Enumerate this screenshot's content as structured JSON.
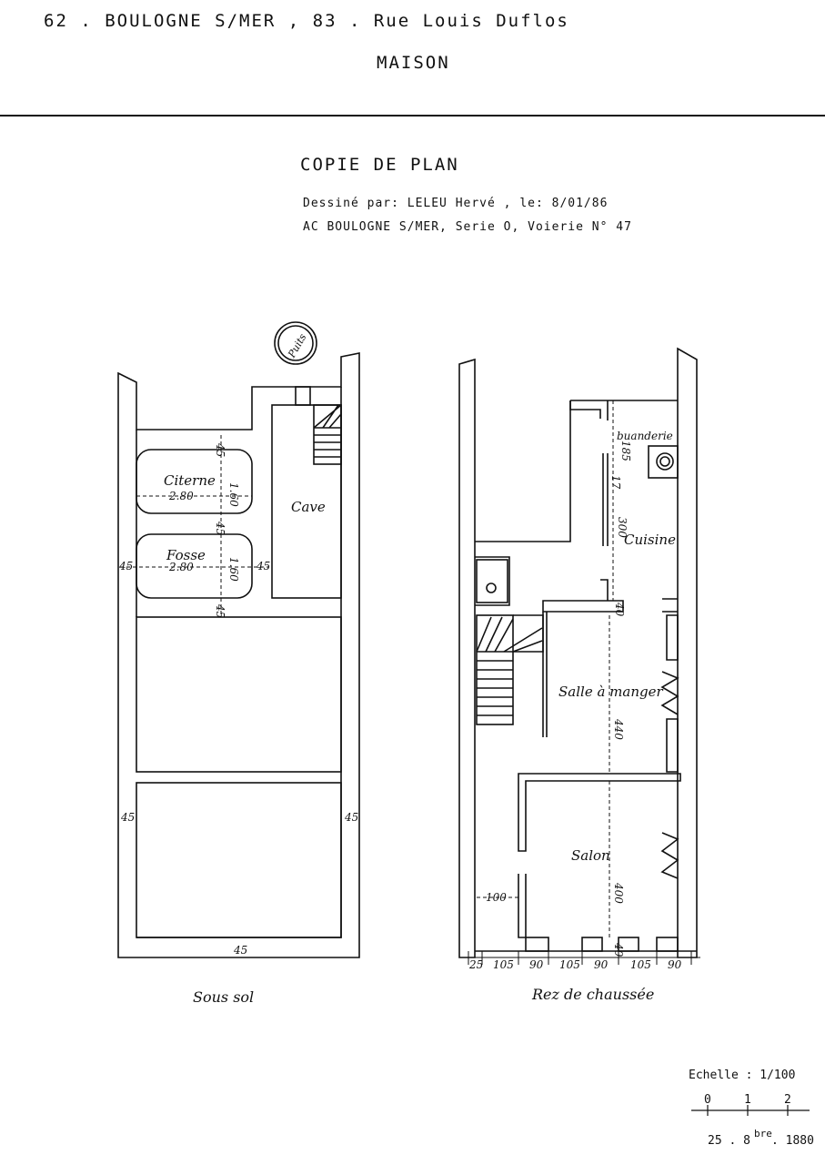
{
  "header": {
    "address_line": "62 . BOULOGNE S/MER , 83 . Rue Louis Duflos",
    "type": "MAISON"
  },
  "doc": {
    "title": "COPIE DE PLAN",
    "drawn_by": "Dessiné par: LELEU Hervé , le: 8/01/86",
    "source": "AC BOULOGNE S/MER, Serie O, Voierie N° 47"
  },
  "basement": {
    "caption": "Sous sol",
    "seal": "Puits",
    "rooms": {
      "citerne": "Citerne",
      "fosse": "Fosse",
      "cave": "Cave"
    },
    "dims": {
      "citerne_w": "2.80",
      "citerne_h": "1.60",
      "fosse_w": "2.80",
      "fosse_h": "1.60",
      "wall_45_a": "45",
      "wall_45_b": "45",
      "wall_45_c": "45",
      "wall_45_d": "45",
      "wall_45_e": "45",
      "wall_45_f": "45",
      "wall_45_g": "45",
      "wall_45_h": "45"
    }
  },
  "ground_floor": {
    "caption": "Rez de chaussée",
    "rooms": {
      "buanderie": "buanderie",
      "cuisine": "Cuisine",
      "salle": "Salle à manger",
      "salon": "Salon"
    },
    "dims": {
      "d185": "185",
      "d300": "300",
      "d440": "440",
      "d400": "400",
      "d40a": "40",
      "d40b": "40",
      "d100": "100",
      "d17": "17"
    },
    "bottom_dims": [
      "25",
      "105",
      "90",
      "105",
      "90",
      "105",
      "90"
    ]
  },
  "scale": {
    "label": "Echelle : 1/100",
    "ticks": [
      "0",
      "1",
      "2"
    ],
    "date_day": "25 . 8",
    "date_sup": "bre",
    "date_year": ". 1880"
  }
}
